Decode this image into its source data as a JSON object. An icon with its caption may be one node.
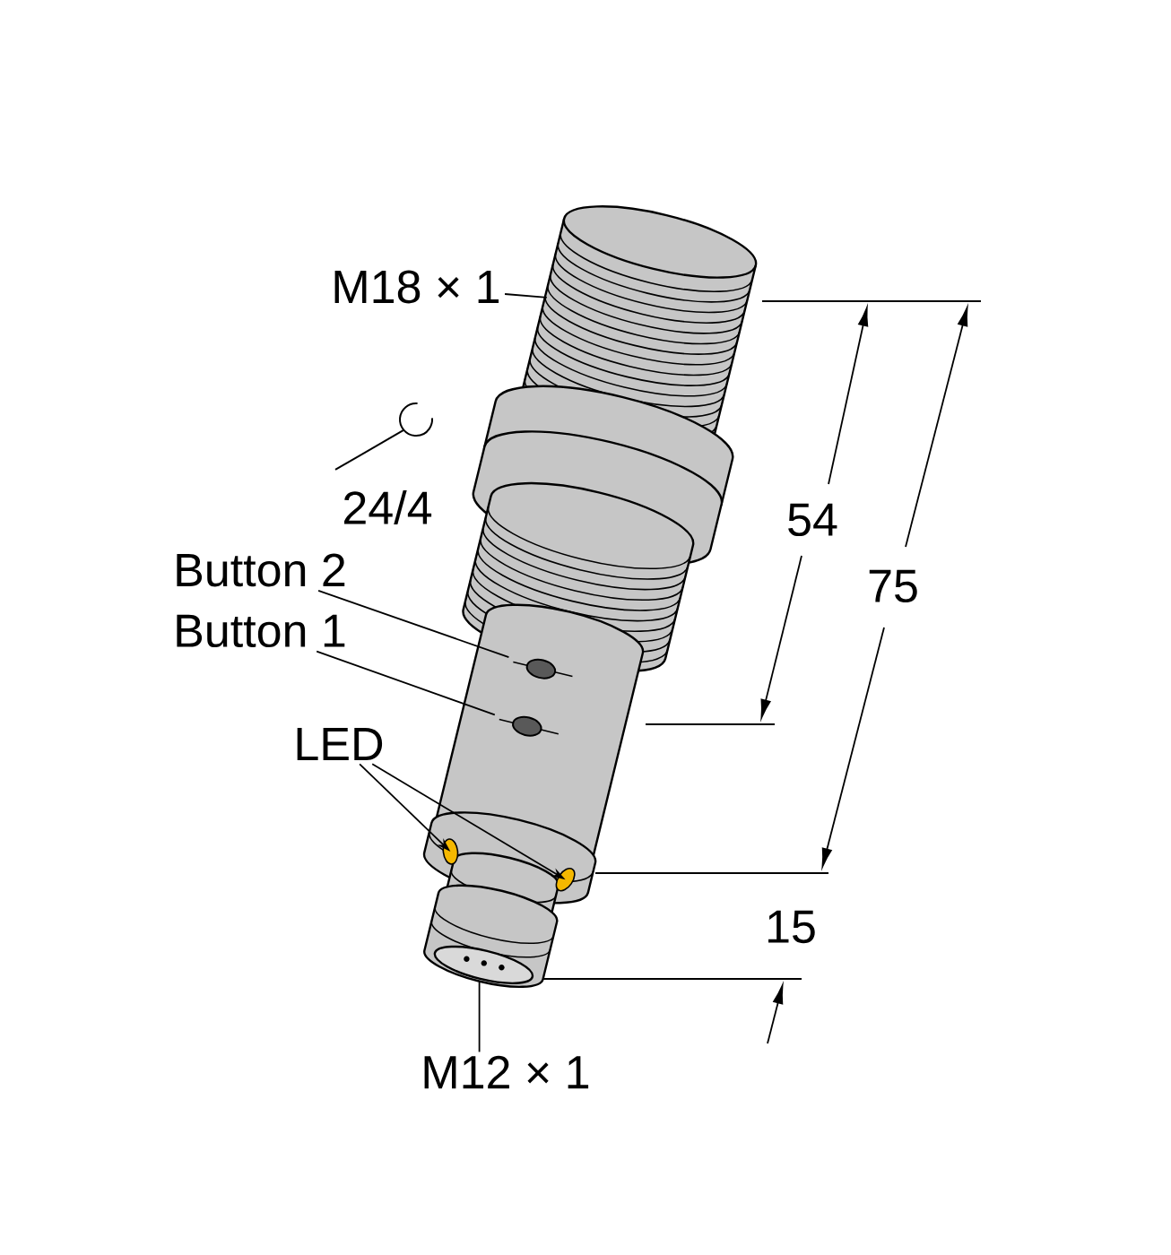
{
  "diagram": {
    "nodes": [
      {
        "text": [
          "M18 × 1"
        ]
      },
      {
        "text": [
          "Button 2"
        ]
      },
      {
        "text": [
          "Button 1"
        ]
      },
      {
        "text": [
          "LED"
        ]
      },
      {
        "text": [
          "M12 × 1"
        ]
      }
    ],
    "edges": [
      {
        "from": 0,
        "to": null,
        "arrow": "none"
      },
      {
        "from": 1,
        "to": null,
        "arrow": "none"
      },
      {
        "from": 2,
        "to": null,
        "arrow": "none"
      },
      {
        "from": 3,
        "to": null,
        "arrow": "to"
      },
      {
        "from": 3,
        "to": null,
        "arrow": "to"
      },
      {
        "from": 4,
        "to": null,
        "arrow": "none"
      }
    ],
    "labels": [
      "24/4",
      "54",
      "75",
      "15"
    ]
  }
}
